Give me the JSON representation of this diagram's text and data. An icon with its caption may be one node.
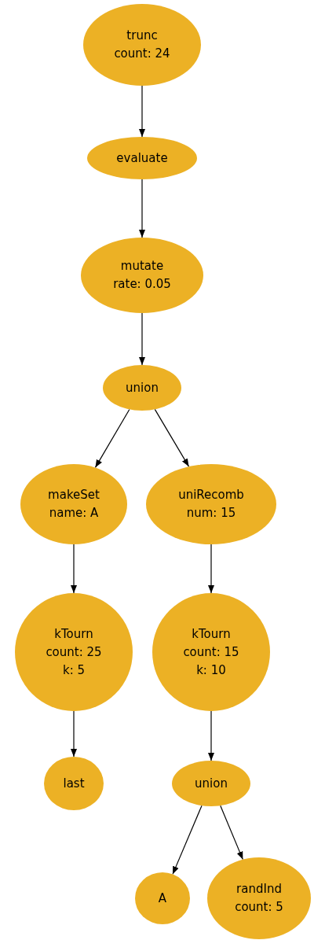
{
  "diagram": {
    "nodes": [
      {
        "text": [
          "trunc",
          "count: 24"
        ]
      },
      {
        "text": [
          "evaluate"
        ]
      },
      {
        "text": [
          "mutate",
          "rate: 0.05"
        ]
      },
      {
        "text": [
          "union"
        ]
      },
      {
        "text": [
          "makeSet",
          "name: A"
        ]
      },
      {
        "text": [
          "uniRecomb",
          "num: 15"
        ]
      },
      {
        "text": [
          "kTourn",
          "count: 25",
          "k: 5"
        ]
      },
      {
        "text": [
          "kTourn",
          "count: 15",
          "k: 10"
        ]
      },
      {
        "text": [
          "last"
        ]
      },
      {
        "text": [
          "union"
        ]
      },
      {
        "text": [
          "A"
        ]
      },
      {
        "text": [
          "randInd",
          "count: 5"
        ]
      }
    ],
    "edges": [
      {
        "from": 0,
        "to": 1,
        "arrow": "to"
      },
      {
        "from": 1,
        "to": 2,
        "arrow": "to"
      },
      {
        "from": 2,
        "to": 3,
        "arrow": "to"
      },
      {
        "from": 3,
        "to": 4,
        "arrow": "to"
      },
      {
        "from": 3,
        "to": 5,
        "arrow": "to"
      },
      {
        "from": 4,
        "to": 6,
        "arrow": "to"
      },
      {
        "from": 5,
        "to": 7,
        "arrow": "to"
      },
      {
        "from": 6,
        "to": 8,
        "arrow": "to"
      },
      {
        "from": 7,
        "to": 9,
        "arrow": "to"
      },
      {
        "from": 9,
        "to": 10,
        "arrow": "to"
      },
      {
        "from": 9,
        "to": 11,
        "arrow": "to"
      }
    ]
  }
}
